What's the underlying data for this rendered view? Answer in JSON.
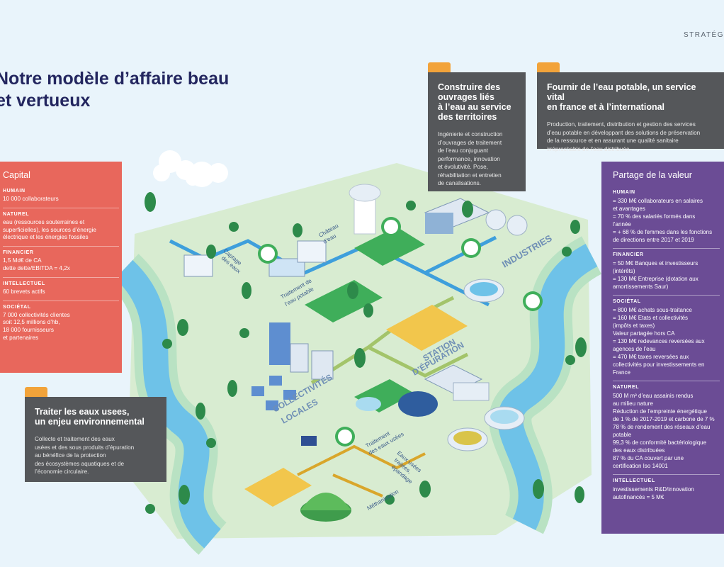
{
  "header": {
    "section_label": "STRATÉG"
  },
  "title": {
    "line1": "Notre modèle d’affaire beau",
    "line2": "et vertueux"
  },
  "card_ouvrages": {
    "title_lines": [
      "Construire des",
      "ouvrages liés",
      "à l’eau  au service",
      "des territoires"
    ],
    "body_lines": [
      "Ingénierie et construction",
      "d’ouvrages de traitement",
      "de l’eau conjuguant",
      "performance, innovation",
      "et évolutivité.  Pose,",
      "réhabilitation et entretien",
      "de canalisations."
    ]
  },
  "card_eau_potable": {
    "title_lines": [
      "Fournir de l’eau potable, un service vital",
      "en france et à l’international"
    ],
    "body_lines": [
      "Production, traitement, distribution et gestion des services",
      "d’eau potable en développant des solutions de préservation",
      "de la ressource et en assurant une qualité sanitaire",
      "irréprochable de l’eau distribuée."
    ]
  },
  "card_eaux_usees": {
    "title_lines": [
      "Traiter les eaux usees,",
      "un enjeu environnemental"
    ],
    "body_lines": [
      "Collecte et traitement des eaux",
      "usées et des sous produits d’épuration",
      "au bénéfice de la protection",
      "des écosystèmes aquatiques et de",
      "l’économie circulaire."
    ]
  },
  "capital": {
    "title": "Capital",
    "sections": [
      {
        "title": "HUMAIN",
        "lines": [
          "10 000 collaborateurs"
        ]
      },
      {
        "title": "NATUREL",
        "lines": [
          "eau (ressources souterraines et",
          "superficielles), les sources d’énergie",
          "électrique  et les énergies fossiles"
        ]
      },
      {
        "title": "FINANCIER",
        "lines": [
          "1,5 Md€ de CA",
          "dette dette/EBITDA = 4,2x"
        ]
      },
      {
        "title": "INTELLECTUEL",
        "lines": [
          "60 brevets actifs"
        ]
      },
      {
        "title": "SOCIÉTAL",
        "lines": [
          "7 000 collectivités clientes",
          "soit 12,5 millions d’hb,",
          "18 000 fournisseurs",
          "et partenaires"
        ]
      }
    ]
  },
  "partage": {
    "title": "Partage de la valeur",
    "sections": [
      {
        "title": "HUMAIN",
        "lines": [
          "= 330 M€ collaborateurs en salaires",
          "et avantages",
          " = 70 % des salariés formés dans",
          "l’année",
          "= + 68 % de femmes dans les fonctions",
          "de directions entre 2017 et 2019"
        ]
      },
      {
        "title": "FINANCIER",
        "lines": [
          "= 50 M€ Banques et investisseurs",
          "(intérêts)",
          "= 130 M€ Entreprise (dotation aux",
          "amortissements Saur)"
        ]
      },
      {
        "title": "SOCIÉTAL",
        "lines": [
          "= 800 M€ achats sous-traitance",
          "= 160 M€ Etats et collectivités",
          "(impôts et taxes)",
          "Valeur partagée hors CA",
          "= 130 M€ redevances reversées aux",
          "agences de l’eau",
          "= 470 M€ taxes reversées aux",
          "collectivités pour investissements en",
          "France"
        ]
      },
      {
        "title": "NATUREL",
        "lines": [
          "500 M m³ d’eau assainis rendus",
          "au milieu nature",
          "Réduction de l’empreinte énergétique",
          "de 1 % de 2017-2019 et carbone de 7 %",
          "78 % de rendement des réseaux d’eau",
          "potable",
          "99,3 % de conformité bactériologique",
          "des eaux distribuées",
          "87 % du CA couvert par une",
          "certification Iso 14001"
        ]
      },
      {
        "title": "INTELLECTUEL",
        "lines": [
          "investissements R&D/innovation",
          "autofinancés = 5 M€"
        ]
      }
    ]
  },
  "map_labels": {
    "captage": [
      "Captage",
      "des eaux"
    ],
    "chateau": [
      "Château",
      "d’eau"
    ],
    "traitement_potable": [
      "Traitement de",
      "l’eau potable"
    ],
    "industries": "INDUSTRIES",
    "station": [
      "STATION",
      "D’ÉPURATION"
    ],
    "collectivites": [
      "COLLECTIVITÉS",
      "LOCALES"
    ],
    "traitement_usees": [
      "Traitement",
      "des eaux usées"
    ],
    "epandage": [
      "Eaux usées",
      "traitées,",
      "épandage"
    ],
    "methanisation": "Méthanisation"
  },
  "colors": {
    "capital_bg": "#e8675c",
    "partage_bg": "#6b4c95",
    "card_dark": "#55575a",
    "accent_orange": "#f2a33a",
    "title_navy": "#23265f",
    "river": "#6ec2e8",
    "grass": "#7cc36b"
  }
}
